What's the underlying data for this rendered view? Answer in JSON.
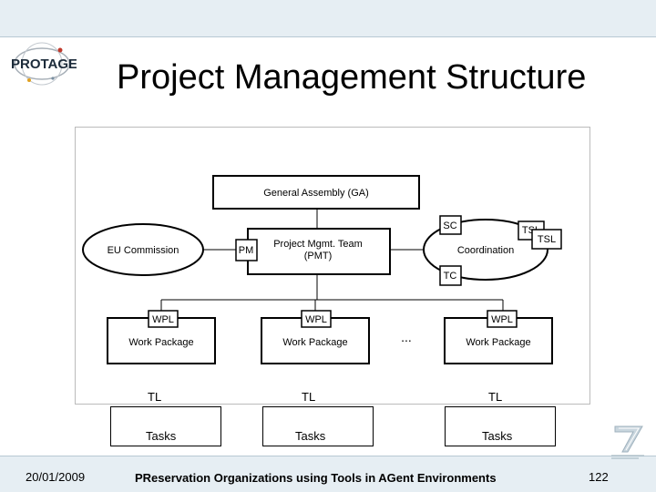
{
  "header": {
    "logo_text": "PROTAGE",
    "title": "Project Management Structure"
  },
  "diagram": {
    "general_assembly": "General Assembly (GA)",
    "pmt_line1": "Project Mgmt. Team",
    "pmt_line2": "(PMT)",
    "pm": "PM",
    "eu_commission": "EU Commission",
    "coordination": "Coordination",
    "sc": "SC",
    "tc": "TC",
    "tsl_back": "TSL",
    "tsl_front": "TSL",
    "work_packages": [
      {
        "wpl": "WPL",
        "label": "Work Package"
      },
      {
        "wpl": "WPL",
        "label": "Work Package"
      },
      {
        "wpl": "WPL",
        "label": "Work Package"
      }
    ],
    "ellipsis": "..."
  },
  "tasks": [
    {
      "tl": "TL",
      "label": "Tasks"
    },
    {
      "tl": "TL",
      "label": "Tasks"
    },
    {
      "tl": "TL",
      "label": "Tasks"
    }
  ],
  "footer": {
    "date": "20/01/2009",
    "project_name": "PReservation Organizations using Tools in AGent Environments",
    "page": "122"
  }
}
